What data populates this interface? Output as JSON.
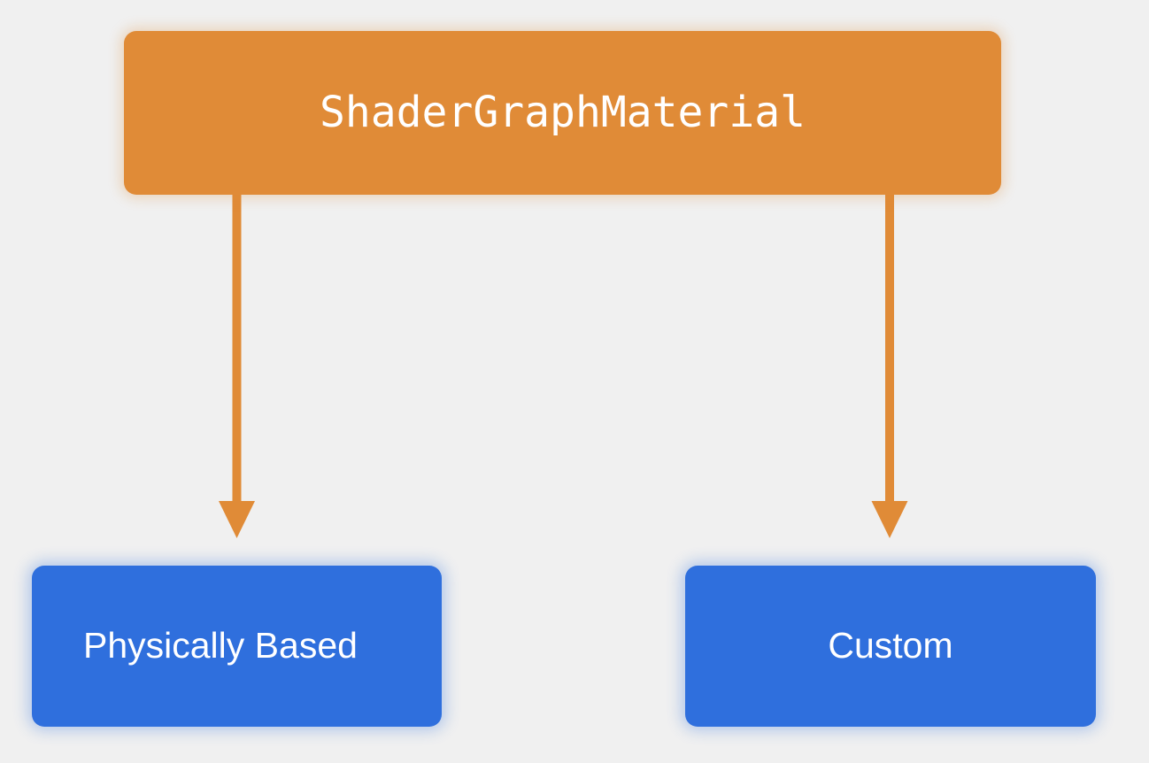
{
  "diagram": {
    "type": "hierarchy-tree",
    "background_color": "#f0f0f0",
    "root": {
      "label": "ShaderGraphMaterial",
      "fill_color": "#e08b37",
      "text_color": "#ffffff"
    },
    "children": [
      {
        "label": "Physically Based",
        "fill_color": "#2f6fdd",
        "text_color": "#ffffff"
      },
      {
        "label": "Custom",
        "fill_color": "#2f6fdd",
        "text_color": "#ffffff"
      }
    ],
    "edges": [
      {
        "from": "ShaderGraphMaterial",
        "to": "Physically Based",
        "color": "#e08b37",
        "style": "solid-arrow-down"
      },
      {
        "from": "ShaderGraphMaterial",
        "to": "Custom",
        "color": "#e08b37",
        "style": "solid-arrow-down"
      }
    ]
  }
}
